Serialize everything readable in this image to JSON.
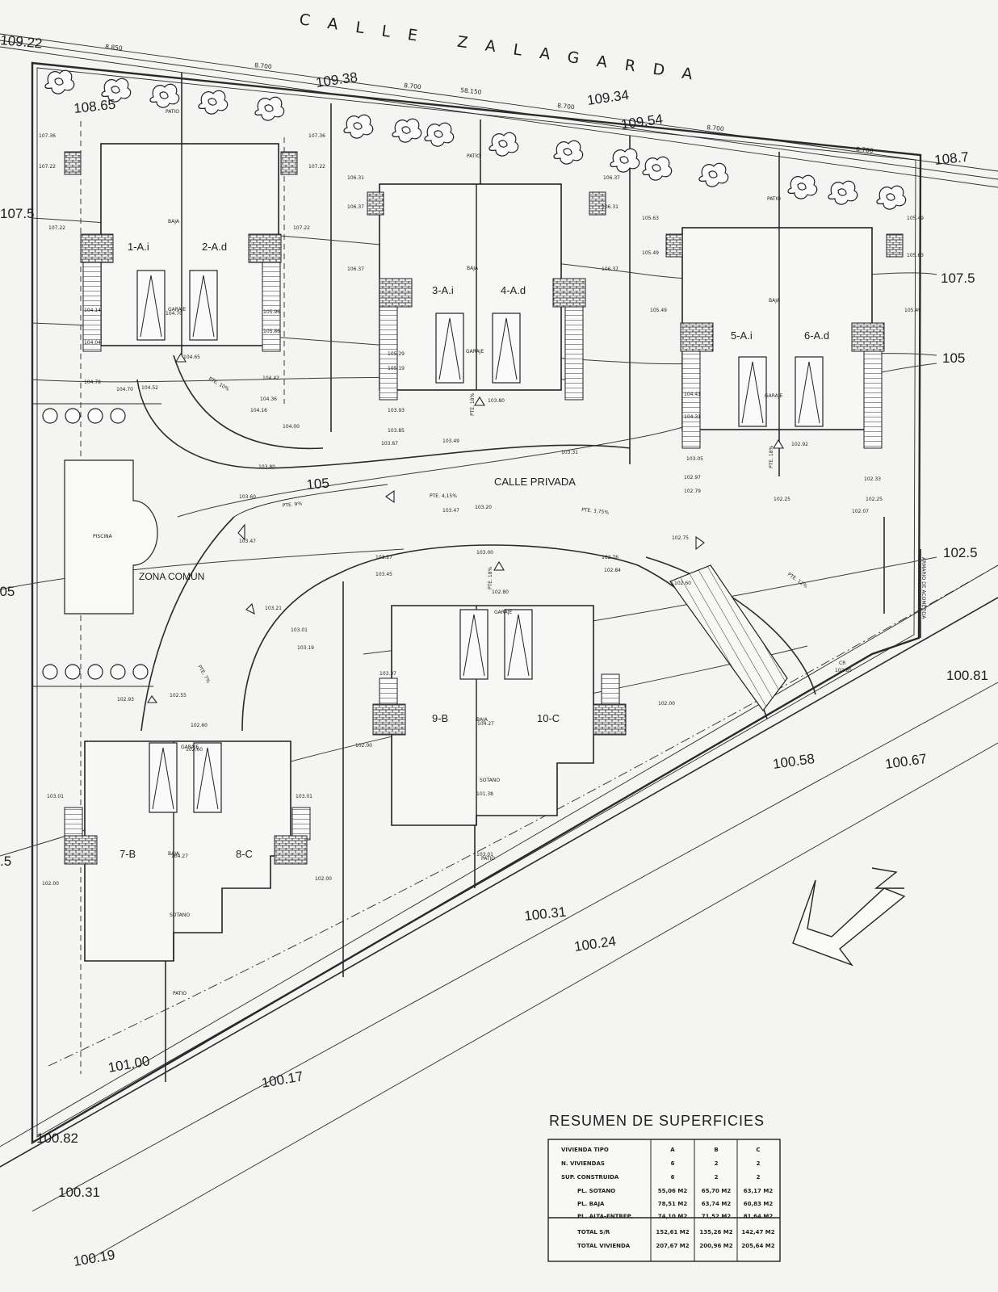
{
  "street": "CALLE ZALAGARDA",
  "private_street": "CALLE PRIVADA",
  "common_zone": "ZONA COMUN",
  "pool": "PISCINA",
  "units": [
    "1-A.i",
    "2-A.d",
    "3-A.i",
    "4-A.d",
    "5-A.i",
    "6-A.d",
    "7-B",
    "8-C",
    "9-B",
    "10-C"
  ],
  "contour_labels": [
    "105",
    "105",
    "107.5",
    "107.5",
    "105",
    "102.5",
    ".5",
    "05"
  ],
  "spot_levels": [
    "109.22",
    "109.38",
    "109.34",
    "109.54",
    "108.65",
    "108.7",
    "100.81",
    "100.58",
    "100.67",
    "100.31",
    "100.24",
    "101.00",
    "100.17",
    "100.82",
    "100.31",
    "100.19"
  ],
  "dimensions": [
    "8.850",
    "8.700",
    "8.700",
    "58.150",
    "8.700",
    "8.700",
    "8.700"
  ],
  "small_notes": {
    "patio": "PATIO",
    "baja": "BAJA",
    "garaje": "GARAJE",
    "sotano": "SOTANO",
    "pte_10": "PTE. 10%",
    "pte_9": "PTE. 9%",
    "pte_415": "PTE. 4,15%",
    "pte_375": "PTE. 3,75%",
    "pte_12": "PTE. 12%",
    "pte_7": "PTE. 7%",
    "pte_18": "PTE. 18%",
    "cr": "CR",
    "acometida": "ARMARIO DE ACOMETIDA"
  },
  "small_levels": [
    "107.36",
    "107.22",
    "107.36",
    "107.22",
    "107.22",
    "107.22",
    "104.14",
    "104.04",
    "104.78",
    "104.70",
    "104.52",
    "104.65",
    "104.70",
    "105.96",
    "105.86",
    "104.42",
    "104.36",
    "104.16",
    "104.00",
    "103.80",
    "103.60",
    "103.47",
    "106.31",
    "106.37",
    "106.37",
    "106.31",
    "106.37",
    "106.37",
    "105.29",
    "105.19",
    "103.93",
    "103.85",
    "103.67",
    "103.80",
    "103.49",
    "103.47",
    "103.20",
    "103.00",
    "103.27",
    "103.45",
    "105.63",
    "105.49",
    "105.49",
    "105.63",
    "105.49",
    "105.49",
    "104.41",
    "104.31",
    "103.05",
    "102.97",
    "102.79",
    "102.25",
    "102.92",
    "102.33",
    "102.25",
    "102.07",
    "102.75",
    "102.76",
    "102.84",
    "102.80",
    "102.60",
    "102.85",
    "103.37",
    "103.21",
    "103.01",
    "103.19",
    "103.31",
    "102.00",
    "102.00",
    "102.55",
    "102.93",
    "102.60",
    "102.60",
    "103.01",
    "103.01",
    "102.00",
    "102.00",
    "103.01",
    "101.38",
    "104.27",
    "104.27"
  ],
  "summary": {
    "title": "RESUMEN DE SUPERFICIES",
    "columns": [
      "VIVIENDA TIPO",
      "A",
      "B",
      "C"
    ],
    "rows": [
      [
        "N. VIVIENDAS",
        "6",
        "2",
        "2"
      ],
      [
        "SUP. CONSTRUIDA",
        "6",
        "2",
        "2"
      ],
      [
        "PL. SOTANO",
        "55,06 M2",
        "65,70 M2",
        "63,17 M2"
      ],
      [
        "PL. BAJA",
        "78,51 M2",
        "63,74 M2",
        "60,83 M2"
      ],
      [
        "PL. ALTA-ENTREP.",
        "74,10 M2",
        "71,52 M2",
        "81,64 M2"
      ],
      [
        "TOTAL S/R",
        "152,61 M2",
        "135,26 M2",
        "142,47 M2"
      ],
      [
        "TOTAL VIVIENDA",
        "207,67 M2",
        "200,96 M2",
        "205,64 M2"
      ]
    ]
  },
  "colors": {
    "paper": "#f4f4f2",
    "ink": "#1e1e1e"
  },
  "icons": [
    "north-arrow-icon",
    "tree-icon",
    "car-icon",
    "stair-icon"
  ]
}
